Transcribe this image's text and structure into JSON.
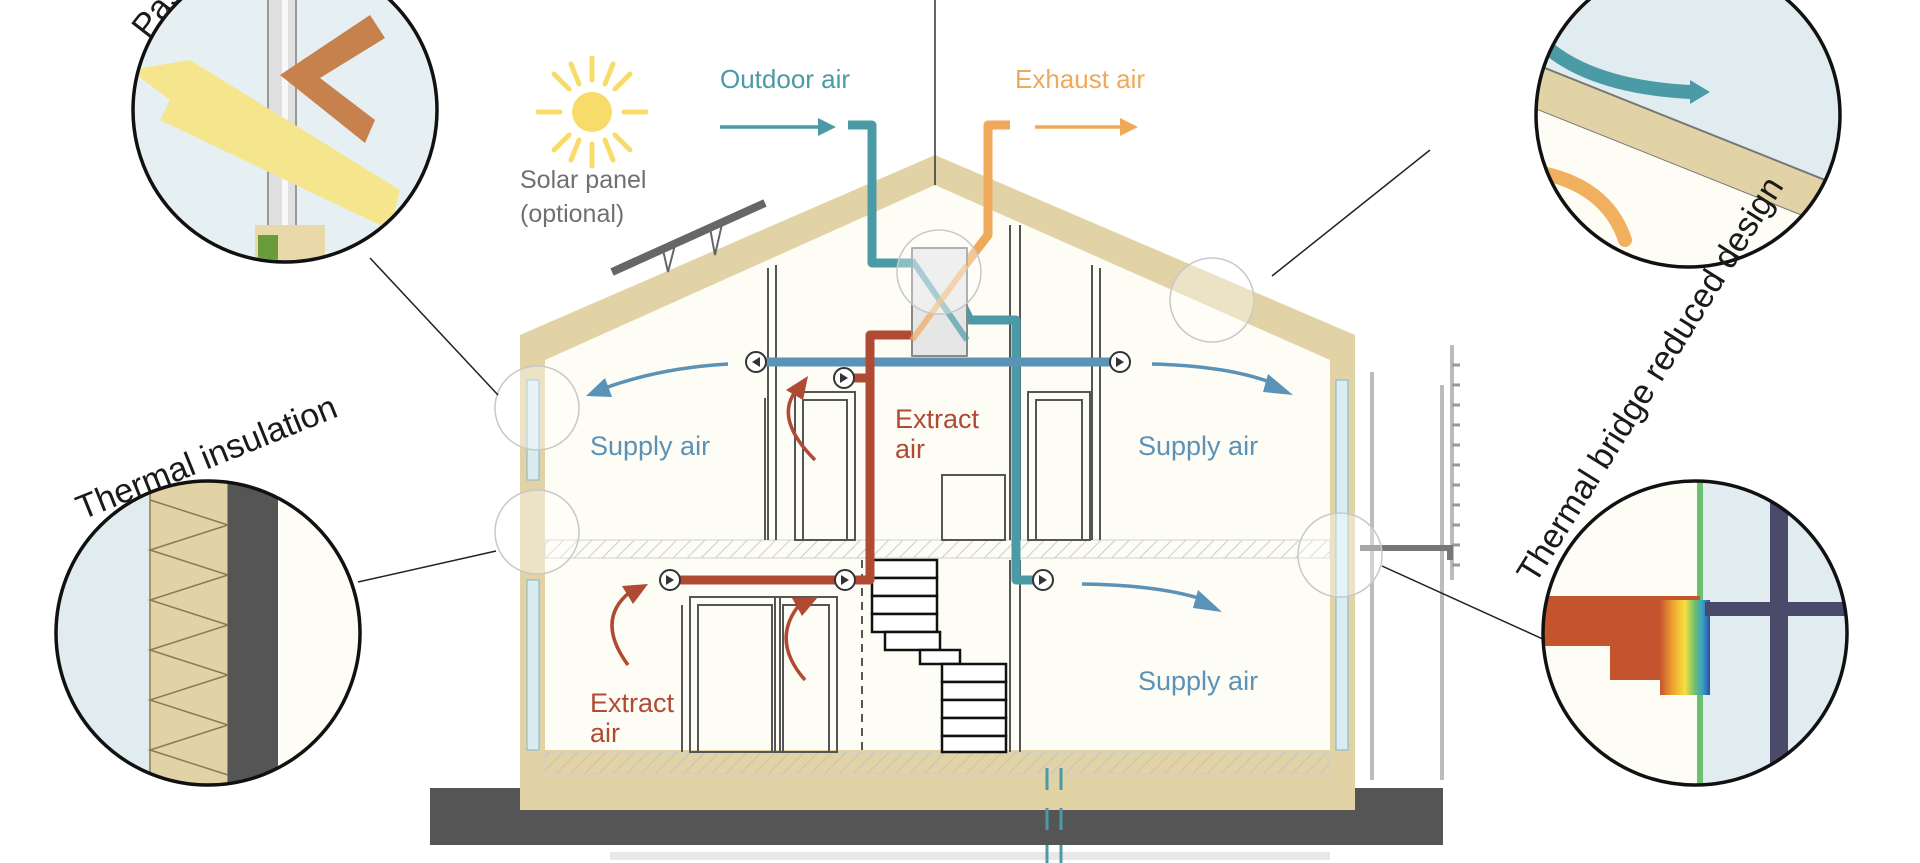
{
  "labels": {
    "outdoor_air": "Outdoor air",
    "exhaust_air": "Exhaust air",
    "solar_panel_line1": "Solar panel",
    "solar_panel_line2": "(optional)",
    "supply_air_left": "Supply air",
    "supply_air_right_upper": "Supply air",
    "supply_air_right_lower": "Supply air",
    "extract_air_upper_line1": "Extract",
    "extract_air_upper_line2": "air",
    "extract_air_lower_line1": "Extract",
    "extract_air_lower_line2": "air"
  },
  "callouts": {
    "windows_title": "Passive house windows",
    "insulation_title": "Thermal insulation",
    "thermal_bridge_title": "Thermal bridge reduced design"
  },
  "colors": {
    "outdoor_air": "#4b9ba6",
    "exhaust_air": "#f0a85a",
    "supply_air": "#5a92b8",
    "extract_air": "#b04a33",
    "wall": "#e2d3a6",
    "interior": "#fdfcf5",
    "ground": "#555555",
    "glass": "#d8ecf2"
  }
}
